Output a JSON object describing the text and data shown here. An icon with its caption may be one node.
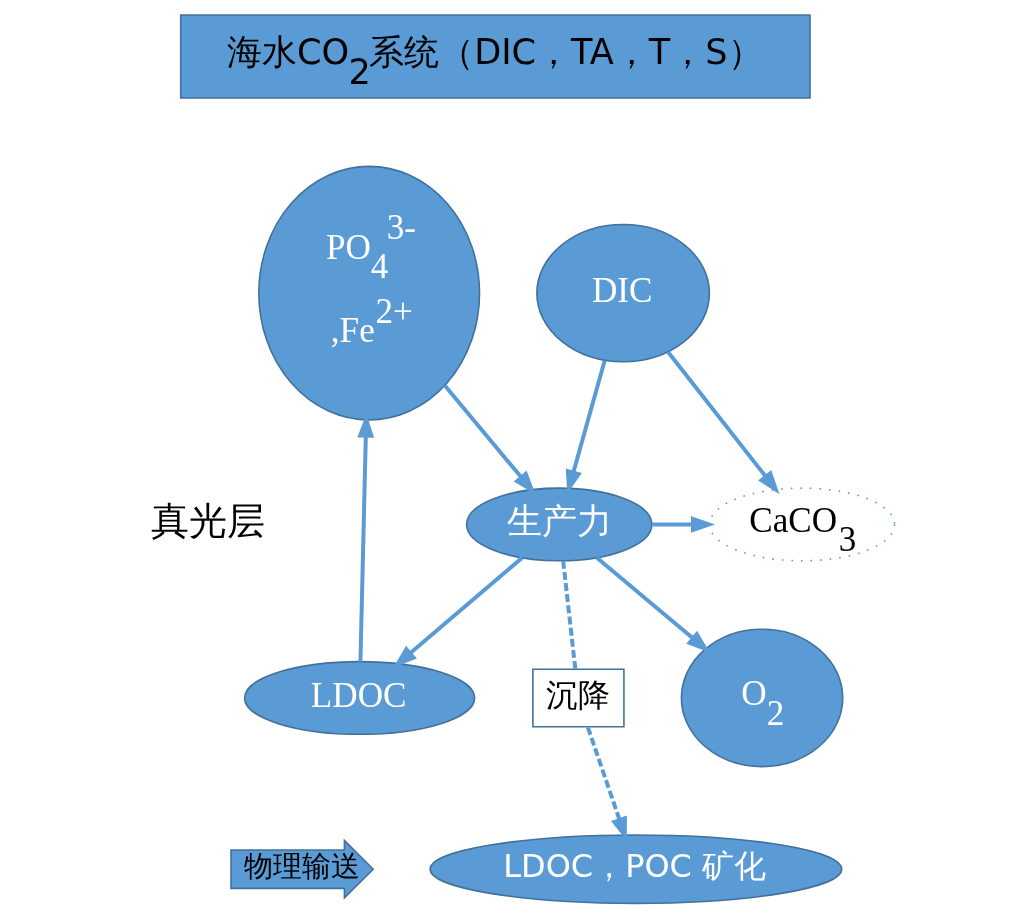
{
  "diagram": {
    "nodes": [
      {
        "text": [
          "海水CO$_{2}$系统（DIC，TA，T，S）"
        ]
      },
      {
        "text": [
          "PO$_{4}$$^{3-}$",
          ",Fe$^{2+}$"
        ]
      },
      {
        "text": [
          "DIC"
        ]
      },
      {
        "text": [
          "生产力"
        ]
      },
      {
        "text": [
          "CaCO$_{3}$"
        ]
      },
      {
        "text": [
          "LDOC"
        ]
      },
      {
        "text": [
          "沉降"
        ]
      },
      {
        "text": [
          "O$_{2}$"
        ]
      },
      {
        "text": [
          "LDOC，POC 矿化"
        ]
      },
      {
        "text": [
          "物理输送"
        ]
      }
    ],
    "edges": [
      {
        "from": 1,
        "to": 3,
        "arrow": "to"
      },
      {
        "from": 2,
        "to": 3,
        "arrow": "to"
      },
      {
        "from": 2,
        "to": 4,
        "arrow": "to"
      },
      {
        "from": 3,
        "to": 4,
        "arrow": "to"
      },
      {
        "from": 3,
        "to": 5,
        "arrow": "to"
      },
      {
        "from": 3,
        "to": 7,
        "arrow": "to"
      },
      {
        "from": 5,
        "to": 1,
        "arrow": "to"
      },
      {
        "from": 3,
        "to": 6,
        "arrow": "none",
        "style": "dashed"
      },
      {
        "from": 6,
        "to": 8,
        "arrow": "to",
        "style": "dashed"
      }
    ],
    "labels": [
      "真光层"
    ]
  }
}
